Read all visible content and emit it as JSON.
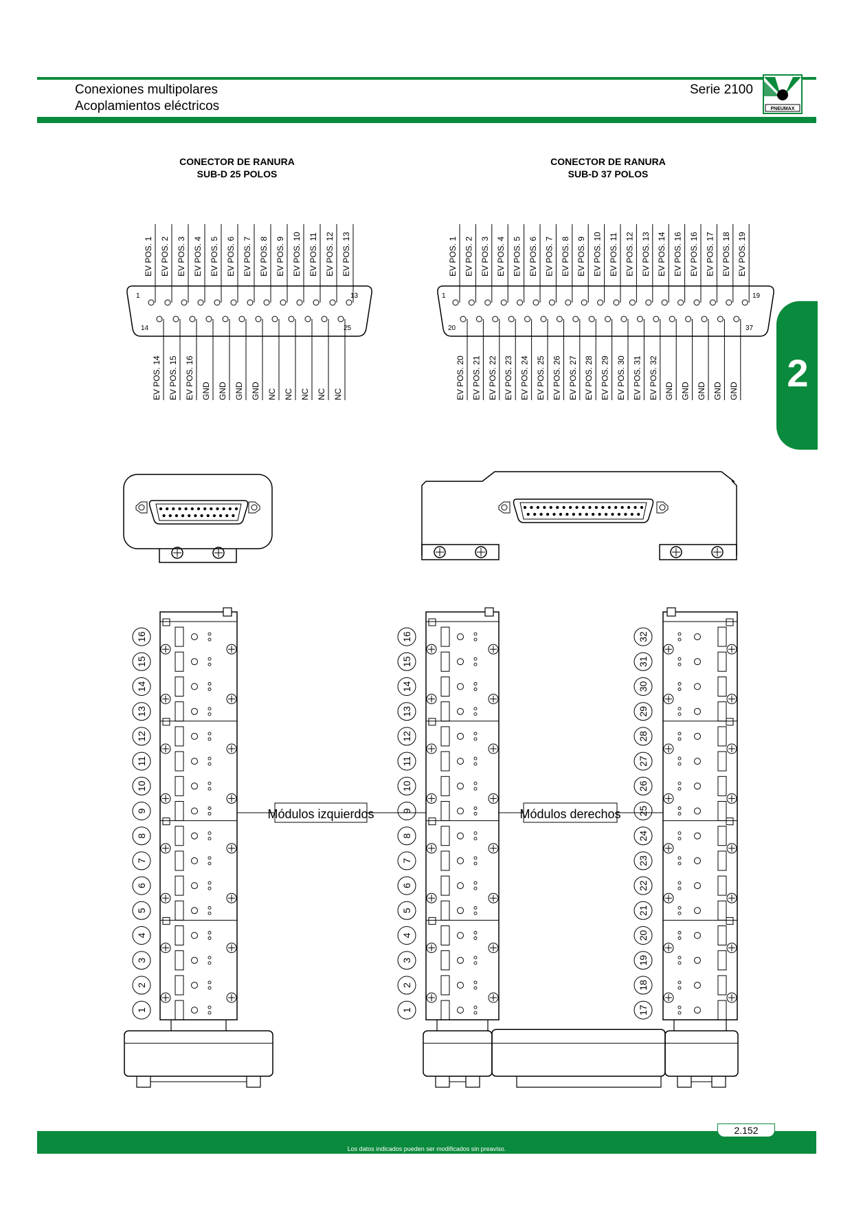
{
  "header": {
    "title_line1": "Conexiones multipolares",
    "title_line2": "Acoplamientos eléctricos",
    "series": "Serie 2100",
    "logo_text": "PNEUMAX"
  },
  "connector25": {
    "title_line1": "CONECTOR DE RANURA",
    "title_line2": "SUB-D 25 POLOS",
    "top_labels": [
      "EV POS. 1",
      "EV POS. 2",
      "EV POS. 3",
      "EV POS. 4",
      "EV POS. 5",
      "EV POS. 6",
      "EV POS. 7",
      "EV POS. 8",
      "EV POS. 9",
      "EV POS. 10",
      "EV POS. 11",
      "EV POS. 12",
      "EV POS. 13"
    ],
    "bottom_labels": [
      "EV POS. 14",
      "EV POS. 15",
      "EV POS. 16",
      "GND",
      "GND",
      "GND",
      "GND",
      "NC",
      "NC",
      "NC",
      "NC",
      "NC"
    ],
    "pin_labels": {
      "first_top": "1",
      "last_top": "13",
      "first_bottom": "14",
      "last_bottom": "25"
    }
  },
  "connector37": {
    "title_line1": "CONECTOR DE RANURA",
    "title_line2": "SUB-D 37 POLOS",
    "top_labels": [
      "EV POS. 1",
      "EV POS. 2",
      "EV POS. 3",
      "EV POS. 4",
      "EV POS. 5",
      "EV POS. 6",
      "EV POS. 7",
      "EV POS. 8",
      "EV POS. 9",
      "EV POS. 10",
      "EV POS. 11",
      "EV POS. 12",
      "EV POS. 13",
      "EV POS. 14",
      "EV POS. 16",
      "EV POS. 16",
      "EV POS. 17",
      "EV POS. 18",
      "EV POS. 19"
    ],
    "bottom_labels": [
      "EV POS. 20",
      "EV POS. 21",
      "EV POS. 22",
      "EV POS. 23",
      "EV POS. 24",
      "EV POS. 25",
      "EV POS. 26",
      "EV POS. 27",
      "EV POS. 28",
      "EV POS. 29",
      "EV POS. 30",
      "EV POS. 31",
      "EV POS. 32",
      "GND",
      "GND",
      "GND",
      "GND",
      "GND"
    ],
    "pin_labels": {
      "first_top": "1",
      "last_top": "19",
      "first_bottom": "20",
      "last_bottom": "37"
    }
  },
  "modules": {
    "left_label": "Módulos izquierdos",
    "right_label": "Módulos derechos",
    "stack1_numbers": [
      "1",
      "2",
      "3",
      "4",
      "5",
      "6",
      "7",
      "8",
      "9",
      "10",
      "11",
      "12",
      "13",
      "14",
      "15",
      "16"
    ],
    "stack2_numbers": [
      "1",
      "2",
      "3",
      "4",
      "5",
      "6",
      "7",
      "8",
      "9",
      "10",
      "11",
      "12",
      "13",
      "14",
      "15",
      "16"
    ],
    "stack3_numbers": [
      "17",
      "18",
      "19",
      "20",
      "21",
      "22",
      "23",
      "24",
      "25",
      "26",
      "27",
      "28",
      "29",
      "30",
      "31",
      "32"
    ]
  },
  "footer": {
    "note": "Los datos indicados pueden ser modificados sin preaviso.",
    "page": "2.152"
  },
  "tab": {
    "label": "2"
  },
  "colors": {
    "brand_green": "#0a8a3c"
  }
}
